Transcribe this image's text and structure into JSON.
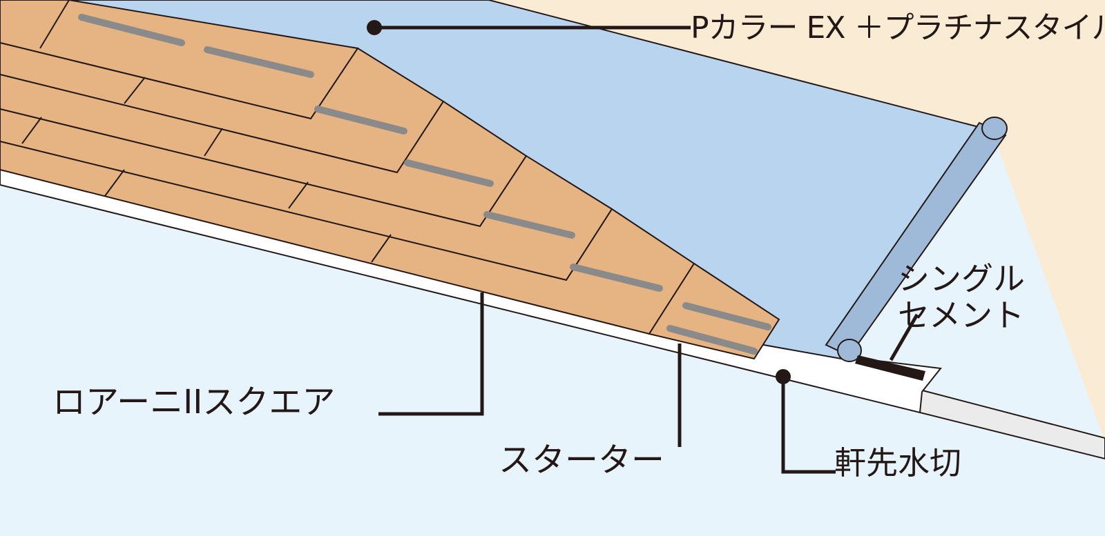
{
  "diagram": {
    "labels": {
      "underlay": "Pカラー EX ＋プラチナスタイル",
      "cement_line1": "シングル",
      "cement_line2": "セメント",
      "shingle": "ロアーニIIスクエア",
      "starter": "スターター",
      "drip_edge": "軒先水切"
    },
    "colors": {
      "background": "#e8f4fc",
      "wall": "#faebd5",
      "underlay": "#b8d4ef",
      "roll": "#9fb9d8",
      "shingle": "#e6b482",
      "nail_strip": "#8a8a8a",
      "drip_edge": "#ffffff",
      "fascia": "#ebebeb",
      "line": "#231815"
    }
  }
}
